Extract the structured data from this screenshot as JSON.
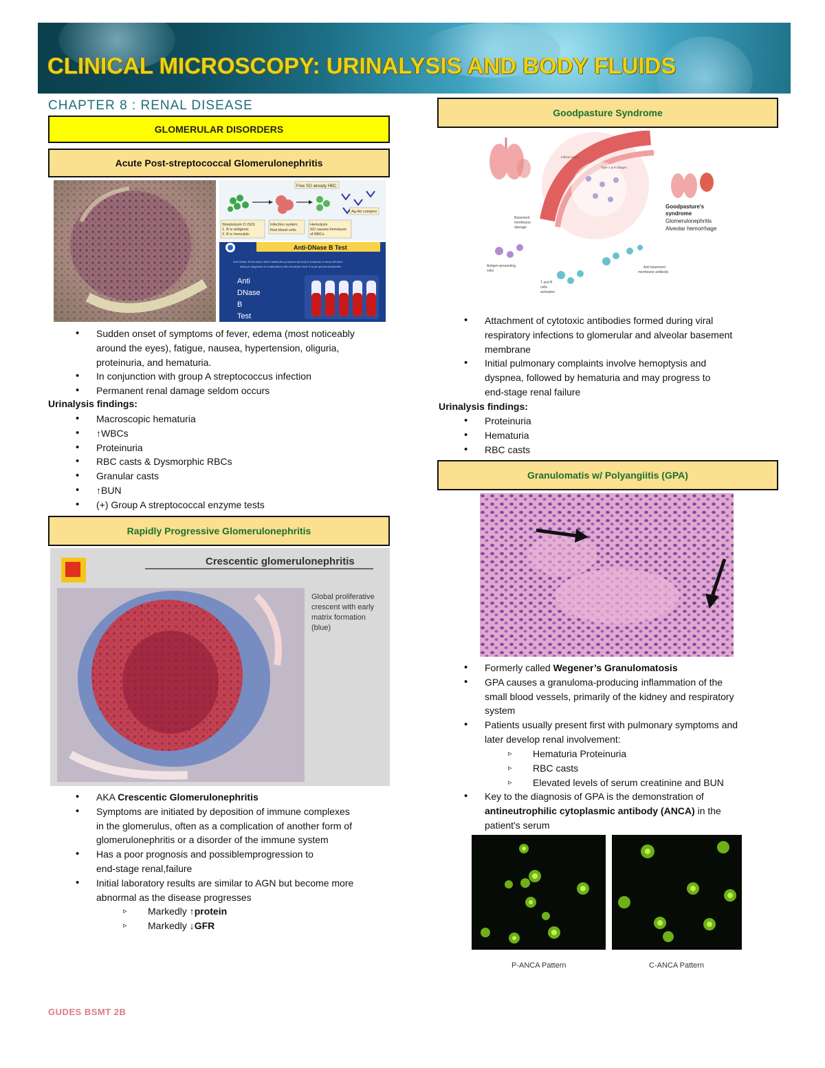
{
  "header": {
    "title": "CLINICAL MICROSCOPY: URINALYSIS AND BODY FLUIDS"
  },
  "chapter": "CHAPTER 8 : RENAL DISEASE",
  "left": {
    "section": "GLOMERULAR DISORDERS",
    "apsg": {
      "title": "Acute Post-streptococcal Glomerulonephritis",
      "diagram": {
        "top_label": "Free SO already HBC",
        "step1": "Streptolysin O (SO)",
        "step1b": "1. B is antigenic",
        "step1c": "2. B is hemolytic",
        "step2": "Infection system",
        "step2b": "Red blood cells",
        "step3": "Hemolysis",
        "step3b": "SO causes hemolysis",
        "step3c": "of RBCs",
        "complex": "Ag-Ab complex"
      },
      "dnase": {
        "title": "Anti-DNase B Test",
        "desc1": "Anti-DNase B test helps detect antibodies produced by body in response to strep infection",
        "desc2": "aiding in diagnosis of complications like rheumatic fever & acute glomerulonephritis",
        "w1": "Anti",
        "w2": "DNase",
        "w3": "B",
        "w4": "Test"
      },
      "bullets": [
        "Sudden onset of symptoms of fever, edema (most noticeably",
        "around the eyes), fatigue, nausea, hypertension, oliguria,",
        "proteinuria, and hematuria.",
        " In conjunction with group A streptococcus infection",
        " Permanent renal damage seldom occurs"
      ],
      "ua_label": "Urinalysis findings:",
      "ua": [
        " Macroscopic hematuria",
        " ↑WBCs",
        " Proteinuria",
        "RBC casts & Dysmorphic RBCs",
        "Granular casts",
        "↑BUN",
        "(+) Group A streptococcal enzyme tests"
      ]
    },
    "rpgn": {
      "title": "Rapidly Progressive Glomerulonephritis",
      "figure": {
        "heading": "Crescentic glomerulonephritis",
        "note1": "Global proliferative",
        "note2": "crescent with early",
        "note3": "matrix formation",
        "note4": "(blue)"
      },
      "aka_prefix": "AKA ",
      "aka_bold": "Crescentic Glomerulonephritis",
      "b2a": " Symptoms are initiated by deposition of immune complexes",
      "b2b": "in the glomerulus, often as a complication of another form of",
      "b2c": "glomerulonephritis or a disorder of the immune system",
      "b3a": "Has a poor prognosis and possiblemprogression to",
      "b3b": "end-stage renal,failure",
      "b4a": "Initial laboratory results are similar to AGN but become more",
      "b4b": "abnormal as the disease progresses",
      "s1_prefix": "Markedly ↑",
      "s1_bold": "protein",
      "s2_prefix": "Markedly ↓",
      "s2_bold": "GFR"
    }
  },
  "right": {
    "goodpasture": {
      "title": "Goodpasture Syndrome",
      "figure": {
        "step1": "Type 4 procollagen",
        "step2": "Inflammation",
        "basement1": "Basement",
        "basement2": "membrane",
        "basement3": "damage",
        "gp1": "Goodpasture's",
        "gp2": "syndrome",
        "gp3": "Glomerulonephritis",
        "gp4": "Alveolar hemorrhage",
        "apc1": "Antigen-presenting",
        "apc2": "cells",
        "tb1": "T and B",
        "tb2": "cells",
        "tb3": "activation",
        "ab1": "Anti basement",
        "ab2": "membrane antibody"
      },
      "b1a": "Attachment of cytotoxic antibodies formed during viral",
      "b1b": "respiratory infections to glomerular and alveolar basement",
      "b1c": "membrane",
      "b2a": "Initial pulmonary complaints involve hemoptysis and",
      "b2b": "dyspnea, followed by hematuria and may progress to",
      "b2c": "end-stage renal failure",
      "ua_label": "Urinalysis findings:",
      "ua": [
        " Proteinuria",
        " Hematuria",
        " RBC casts"
      ]
    },
    "gpa": {
      "title": "Granulomatis w/ Polyangiitis (GPA)",
      "b1_prefix": "Formerly called ",
      "b1_bold": "Wegener’s Granulomatosis",
      "b2a": "GPA causes a granuloma-producing inflammation of the",
      "b2b": "small blood vessels, primarily of the kidney and respiratory",
      "b2c": "system",
      "b3a": "Patients usually present first with pulmonary symptoms and",
      "b3b": "later develop renal involvement:",
      "subs": [
        " Hematuria Proteinuria",
        "RBC casts",
        "Elevated levels of serum creatinine and BUN"
      ],
      "b4a": "Key to the diagnosis of GPA is the demonstration of",
      "b4_bold": "antineutrophilic cytoplasmic antibody (ANCA)",
      "b4_suffix": " in the",
      "b4c": "patient's serum",
      "cap1": "P-ANCA Pattern",
      "cap2": "C-ANCA Pattern"
    }
  },
  "footer": "GUDES BSMT 2B",
  "colors": {
    "title_yellow": "#e8d21a",
    "box_tan": "#fbe08f",
    "box_yellow": "#ffff00",
    "chapter_teal": "#1f6e7a",
    "section_green": "#1b7030",
    "footer_pink": "#d97a8b"
  }
}
